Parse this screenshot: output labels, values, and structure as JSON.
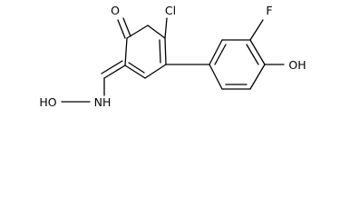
{
  "structure": {
    "atoms": {
      "carbonyl_oxygen": "O",
      "chlorine": "Cl",
      "fluorine": "F",
      "hydroxyl": "OH",
      "oxime_oxygen": "HO",
      "amine_nitrogen": "NH"
    },
    "colors": {
      "bond": "#000000",
      "label": "#000000",
      "background": "#ffffff"
    }
  }
}
